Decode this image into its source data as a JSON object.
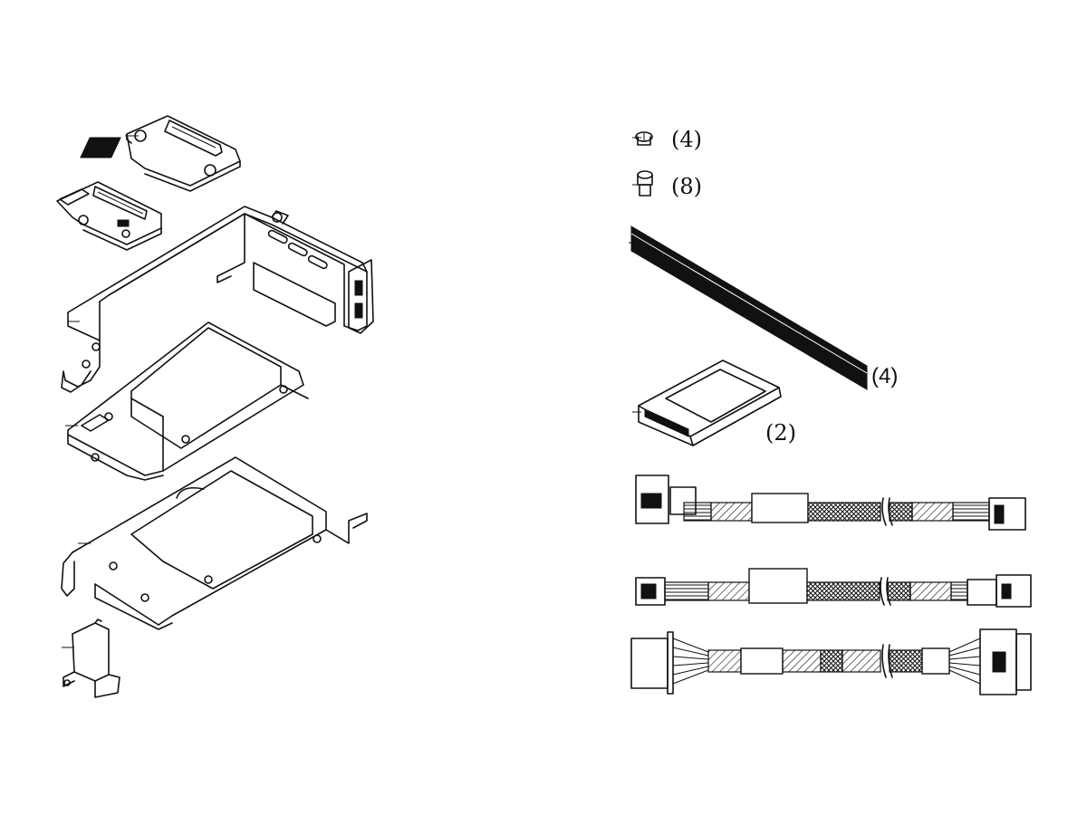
{
  "quantities": {
    "screw_small": "(4)",
    "screw_large": "(8)",
    "pad_strip": "(4)",
    "drive_filler": "(2)"
  }
}
